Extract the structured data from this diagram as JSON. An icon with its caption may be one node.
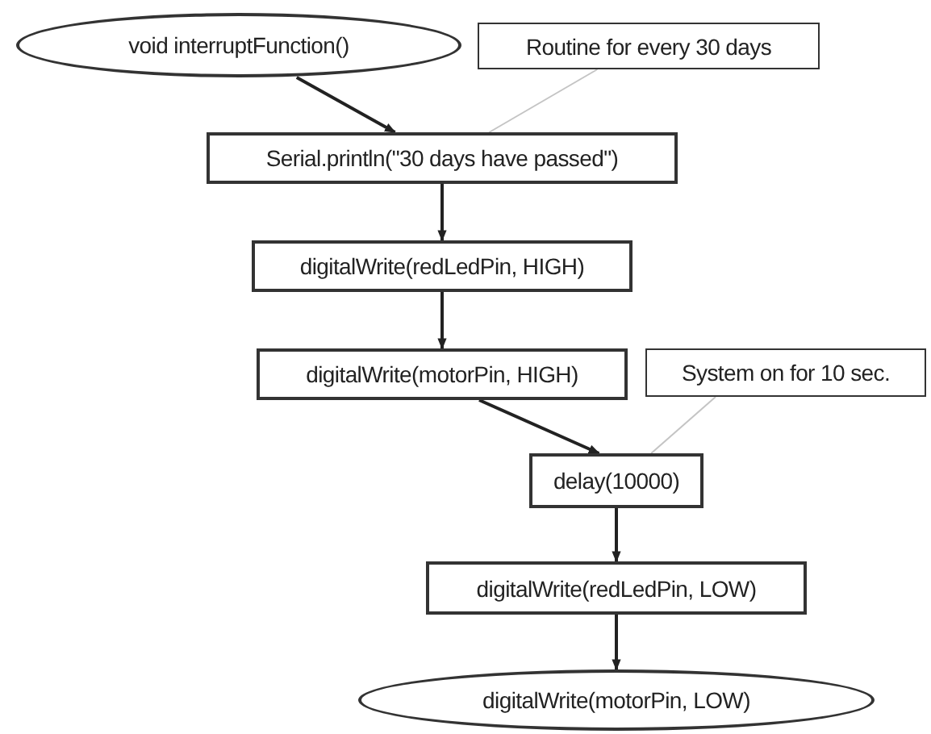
{
  "diagram": {
    "nodes": [
      {
        "text": [
          "void interruptFunction()"
        ]
      },
      {
        "text": [
          "Routine for every 30 days"
        ]
      },
      {
        "text": [
          "Serial.println(\"30 days have passed\")"
        ]
      },
      {
        "text": [
          "digitalWrite(redLedPin, HIGH)"
        ]
      },
      {
        "text": [
          "digitalWrite(motorPin, HIGH)"
        ]
      },
      {
        "text": [
          "System on for 10 sec."
        ]
      },
      {
        "text": [
          "delay(10000)"
        ]
      },
      {
        "text": [
          "digitalWrite(redLedPin, LOW)"
        ]
      },
      {
        "text": [
          "digitalWrite(motorPin, LOW)"
        ]
      }
    ],
    "edges": [
      {
        "from": 0,
        "to": 2,
        "arrow": "to"
      },
      {
        "from": 1,
        "to": 2,
        "arrow": "none",
        "color": "#c4c4c4"
      },
      {
        "from": 2,
        "to": 3,
        "arrow": "to"
      },
      {
        "from": 3,
        "to": 4,
        "arrow": "to"
      },
      {
        "from": 4,
        "to": 6,
        "arrow": "to"
      },
      {
        "from": 5,
        "to": 6,
        "arrow": "none",
        "color": "#c4c4c4"
      },
      {
        "from": 6,
        "to": 7,
        "arrow": "to"
      },
      {
        "from": 7,
        "to": 8,
        "arrow": "to"
      }
    ]
  }
}
